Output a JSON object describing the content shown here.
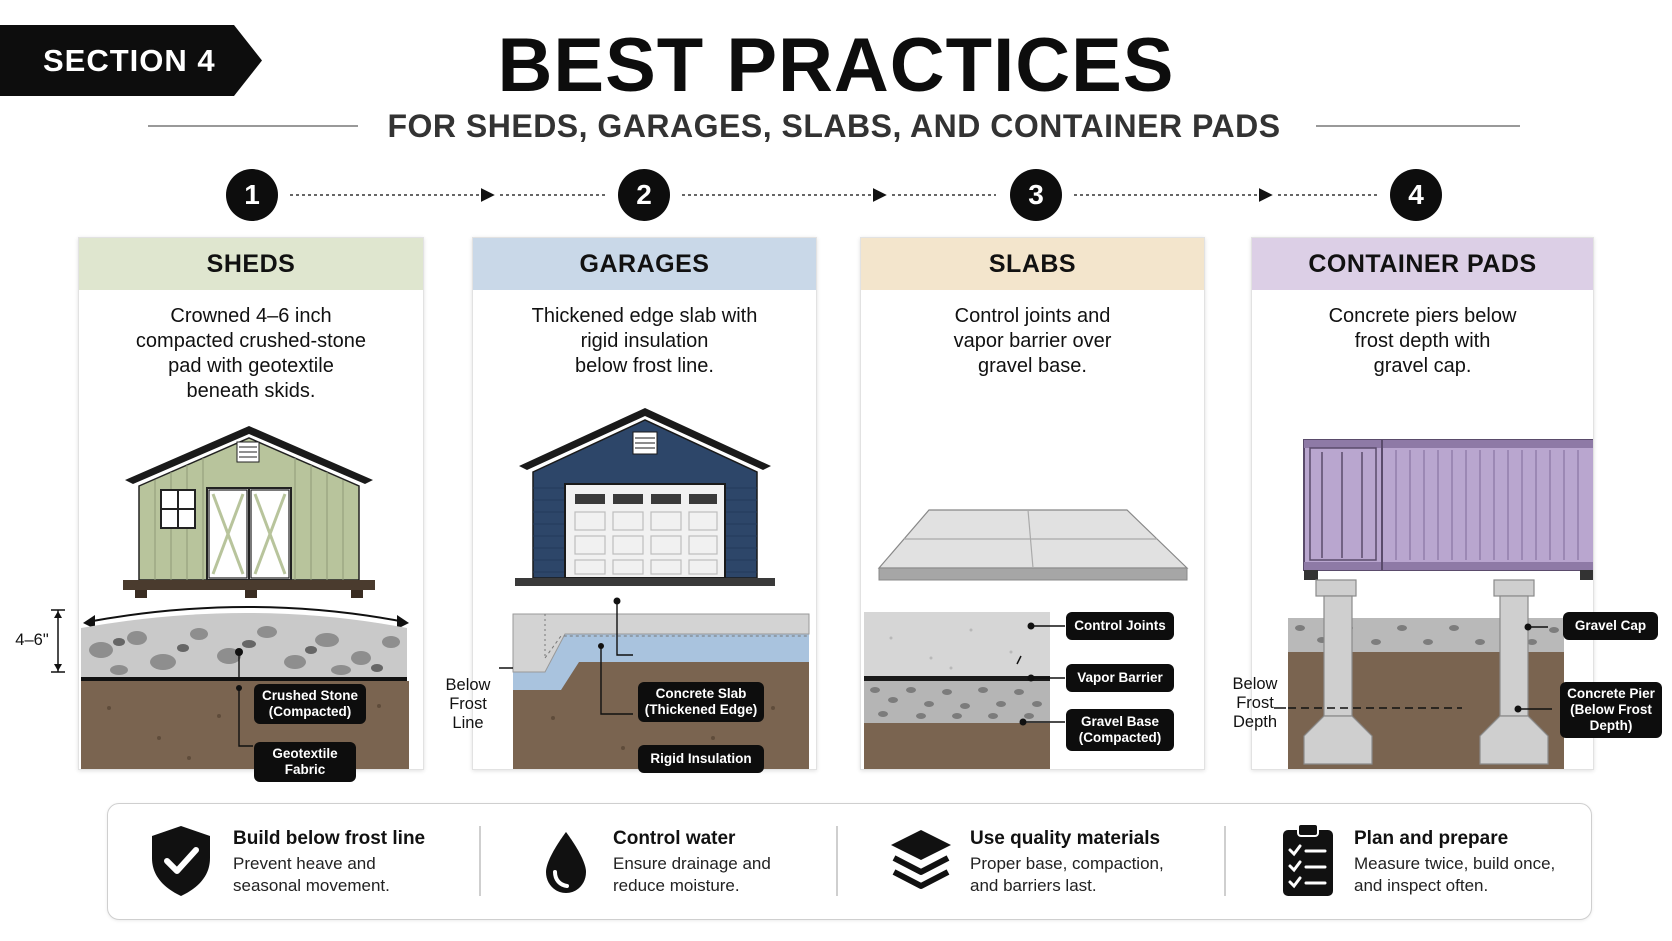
{
  "section_tag": "SECTION 4",
  "title": "BEST PRACTICES",
  "subtitle": "FOR SHEDS, GARAGES, SLABS, AND CONTAINER PADS",
  "steps": [
    "1",
    "2",
    "3",
    "4"
  ],
  "cards": [
    {
      "title": "SHEDS",
      "description": "Crowned 4–6 inch\ncompacted crushed-stone\npad with geotextile\nbeneath skids.",
      "header_color": "#dfe6cf",
      "side_label": "4–6\"",
      "callouts": [
        "Crushed Stone\n(Compacted)",
        "Geotextile\nFabric"
      ]
    },
    {
      "title": "GARAGES",
      "description": "Thickened edge slab with\nrigid insulation\nbelow frost line.",
      "header_color": "#c9d8e8",
      "side_label": "Below\nFrost\nLine",
      "callouts": [
        "Concrete Slab\n(Thickened Edge)",
        "Rigid Insulation"
      ]
    },
    {
      "title": "SLABS",
      "description": "Control joints and\nvapor barrier over\ngravel base.",
      "header_color": "#f3e5cc",
      "callouts": [
        "Control Joints",
        "Vapor Barrier",
        "Gravel Base\n(Compacted)"
      ]
    },
    {
      "title": "CONTAINER PADS",
      "description": "Concrete piers below\nfrost depth with\ngravel cap.",
      "header_color": "#dccfe6",
      "side_label": "Below\nFrost\nDepth",
      "callouts": [
        "Gravel Cap",
        "Concrete Pier\n(Below Frost\nDepth)"
      ]
    }
  ],
  "tips": [
    {
      "icon": "shield-check-icon",
      "title": "Build below frost line",
      "text": "Prevent heave and\nseasonal movement."
    },
    {
      "icon": "water-drop-icon",
      "title": "Control water",
      "text": "Ensure drainage and\nreduce moisture."
    },
    {
      "icon": "layers-icon",
      "title": "Use quality materials",
      "text": "Proper base, compaction,\nand barriers last."
    },
    {
      "icon": "clipboard-checklist-icon",
      "title": "Plan and prepare",
      "text": "Measure twice, build once,\nand inspect often."
    }
  ]
}
